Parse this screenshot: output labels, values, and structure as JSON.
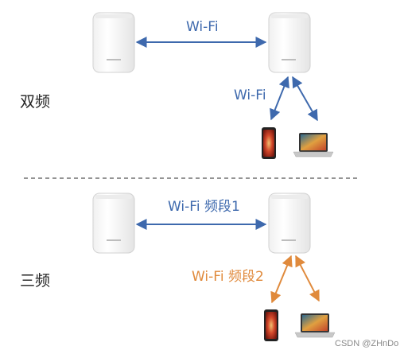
{
  "colors": {
    "blue": "#3e69ad",
    "orange": "#e08a3c",
    "divider": "#555555",
    "router_body": "#fafafa",
    "router_edge": "#d2d2d2"
  },
  "dual_band": {
    "label": "双频",
    "backhaul_label": "Wi-Fi",
    "client_label": "Wi-Fi"
  },
  "tri_band": {
    "label": "三频",
    "backhaul_label": "Wi-Fi 频段1",
    "client_label": "Wi-Fi 频段2"
  },
  "watermark": "CSDN @ZHnDo",
  "icons": [
    "router-icon",
    "phone-icon",
    "laptop-icon"
  ]
}
